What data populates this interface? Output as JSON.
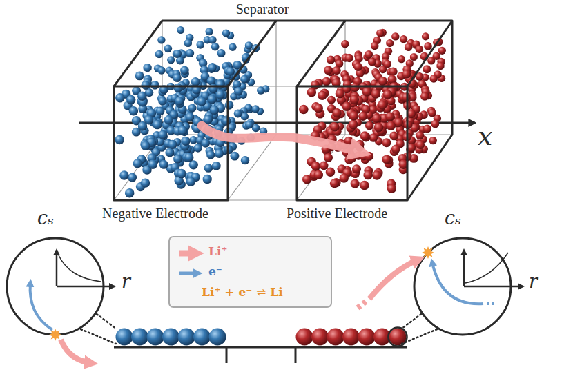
{
  "diagram": {
    "labels": [
      "Separator",
      "x",
      "Negative Electrode",
      "Positive Electrode",
      "cₛ",
      "r",
      "cₛ",
      "r"
    ],
    "legend": [
      {
        "text": "Li⁺"
      },
      {
        "text": "e⁻"
      },
      {
        "text": "Li⁺ + e⁻ ⇌ Li"
      }
    ]
  }
}
